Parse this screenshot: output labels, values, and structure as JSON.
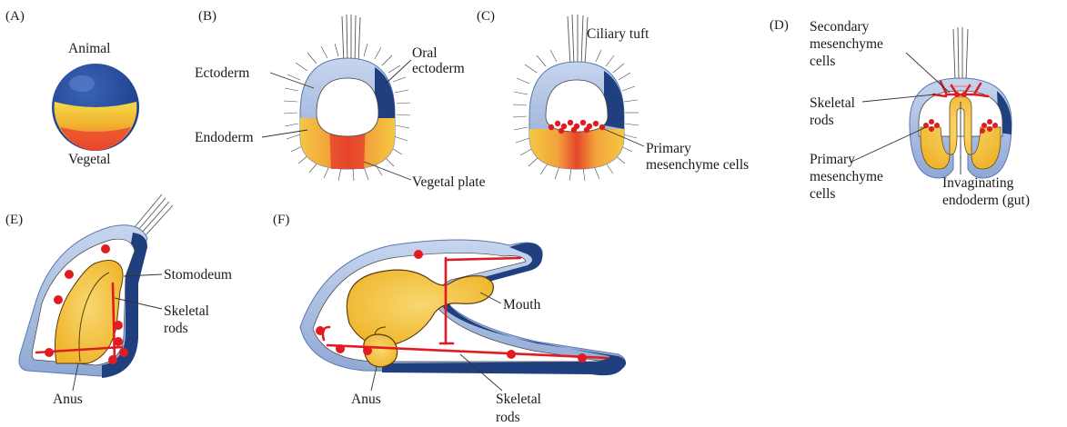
{
  "colors": {
    "ectoderm_light": "#9fb7dc",
    "oral_ectoderm_dark": "#1f3f7e",
    "endoderm_yellow": "#f0c23a",
    "endoderm_orange": "#f29a3a",
    "vegetal_plate_red": "#e8462c",
    "mesenchyme_red": "#e11b22",
    "gut_yellow": "#f3c84a"
  },
  "panels": {
    "A": {
      "tag": "(A)",
      "animal": "Animal",
      "vegetal": "Vegetal"
    },
    "B": {
      "tag": "(B)",
      "ectoderm": "Ectoderm",
      "oral_ectoderm_1": "Oral",
      "oral_ectoderm_2": "ectoderm",
      "endoderm": "Endoderm",
      "vegetal_plate": "Vegetal plate"
    },
    "C": {
      "tag": "(C)",
      "ciliary_tuft": "Ciliary tuft",
      "primary_1": "Primary",
      "primary_2": "mesenchyme cells"
    },
    "D": {
      "tag": "(D)",
      "secondary_1": "Secondary",
      "secondary_2": "mesenchyme",
      "secondary_3": "cells",
      "skeletal_1": "Skeletal",
      "skeletal_2": "rods",
      "primary_1": "Primary",
      "primary_2": "mesenchyme",
      "primary_3": "cells",
      "invag_1": "Invaginating",
      "invag_2": "endoderm (gut)"
    },
    "E": {
      "tag": "(E)",
      "stomodeum": "Stomodeum",
      "skeletal_1": "Skeletal",
      "skeletal_2": "rods",
      "anus": "Anus"
    },
    "F": {
      "tag": "(F)",
      "mouth": "Mouth",
      "anus": "Anus",
      "skeletal_1": "Skeletal",
      "skeletal_2": "rods"
    }
  }
}
